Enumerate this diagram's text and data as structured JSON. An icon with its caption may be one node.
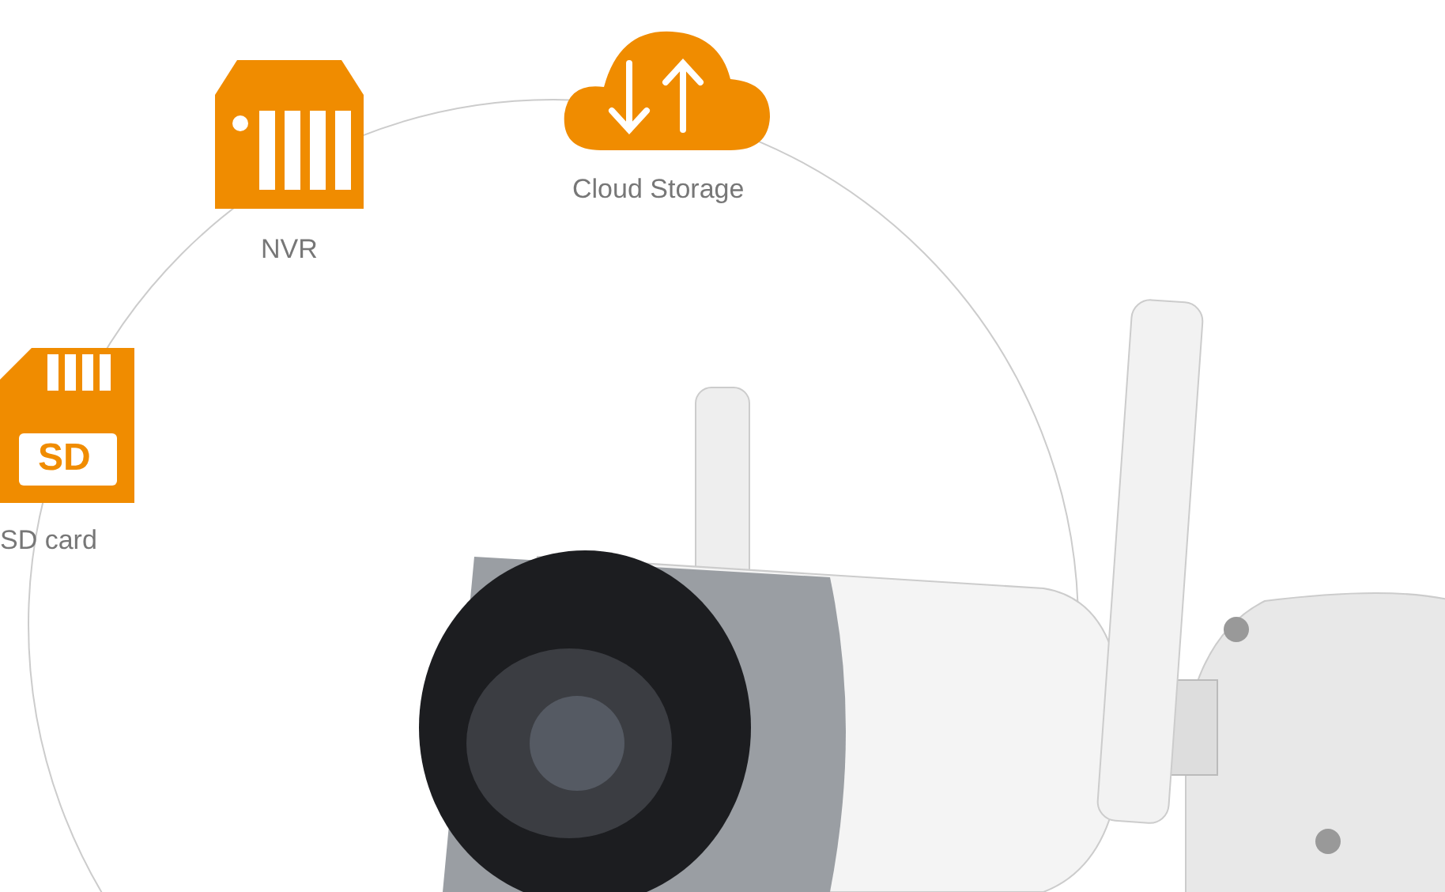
{
  "diagram": {
    "labels": [
      "Cloud Storage",
      "NVR",
      "SD",
      "SD card"
    ]
  }
}
